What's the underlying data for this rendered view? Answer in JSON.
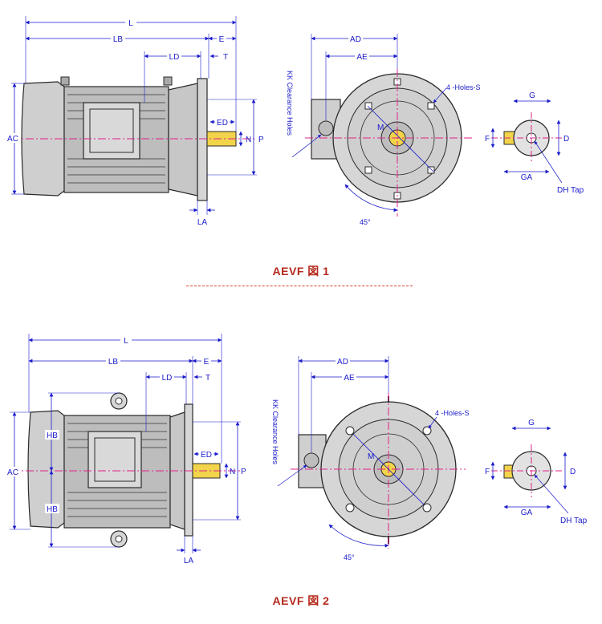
{
  "figures": [
    {
      "caption": "AEVF 図 1",
      "labels": {
        "L": "L",
        "LB": "LB",
        "E": "E",
        "LD": "LD",
        "T": "T",
        "AC": "AC",
        "ED": "ED",
        "N": "N",
        "P": "P",
        "LA": "LA",
        "AD": "AD",
        "AE": "AE",
        "M": "M",
        "KK": "KK Clearance Holes",
        "holes": "4 -Holes-S",
        "angle": "45°",
        "G": "G",
        "F": "F",
        "D": "D",
        "GA": "GA",
        "DH": "DH Tap"
      }
    },
    {
      "caption": "AEVF 図 2",
      "labels": {
        "L": "L",
        "LB": "LB",
        "E": "E",
        "LD": "LD",
        "T": "T",
        "AC": "AC",
        "HB1": "HB",
        "HB2": "HB",
        "ED": "ED",
        "N": "N",
        "P": "P",
        "LA": "LA",
        "AD": "AD",
        "AE": "AE",
        "M": "M",
        "KK": "KK Clearance Holes",
        "holes": "4 -Holes-S",
        "angle": "45°",
        "G": "G",
        "F": "F",
        "D": "D",
        "GA": "GA",
        "DH": "DH Tap"
      }
    }
  ],
  "colors": {
    "dimension": "#1a1acc",
    "centerline": "#e0208a",
    "caption": "#b5291b",
    "body": "#cfcfcf",
    "outline": "#2a2a2a",
    "shaft": "#f2d44a"
  }
}
